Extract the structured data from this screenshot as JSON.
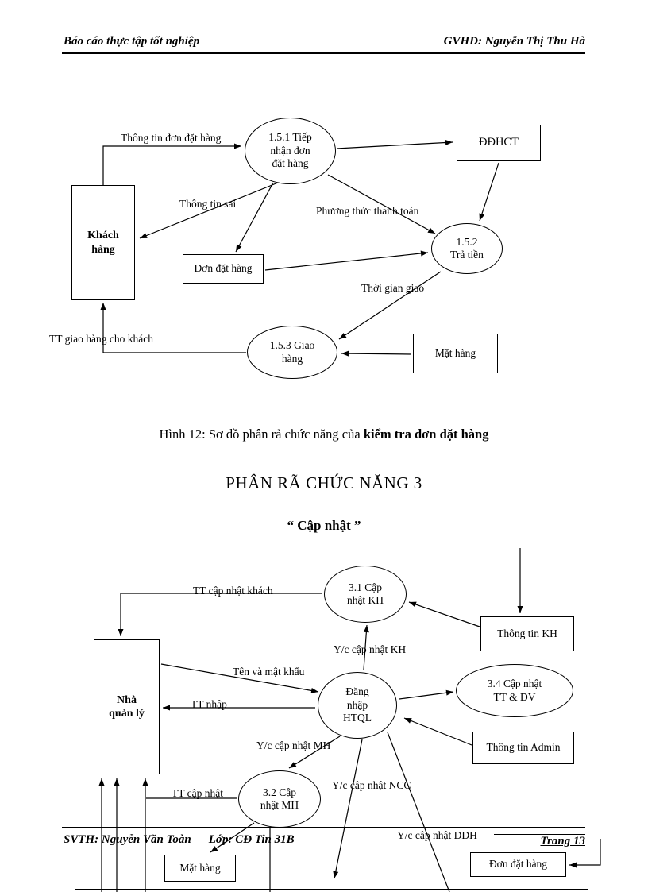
{
  "header": {
    "left": "Báo cáo thực tập tốt nghiệp",
    "right": "GVHD: Nguyễn Thị Thu Hà"
  },
  "footer": {
    "svth": "SVTH: Nguyễn Văn Toàn",
    "lop": "Lớp: CĐ Tin 31B",
    "page": "Trang 13"
  },
  "caption": {
    "normal": "Hình 12: Sơ đồ phân rả chức năng của ",
    "bold": "kiểm tra đơn đặt hàng"
  },
  "section": {
    "title": "PHÂN RÃ CHỨC NĂNG 3",
    "subtitle": "“ Cập nhật ”"
  },
  "diagram1": {
    "processes": {
      "p151": "1.5.1 Tiếp\nnhận đơn\nđặt hàng",
      "p152": "1.5.2\nTrả tiền",
      "p153": "1.5.3 Giao\nhàng"
    },
    "entities": {
      "khach_hang": "Khách\nhàng",
      "ddhct": "ĐĐHCT",
      "don_dat_hang": "Đơn đặt hàng",
      "mat_hang": "Mặt hàng"
    },
    "flows": {
      "thong_tin_don": "Thông tin đơn đặt hàng",
      "thong_tin_sai": "Thông tin sai",
      "phuong_thuc": "Phương thức thanh toán",
      "thoi_gian_giao": "Thời gian giao",
      "tt_giao_hang": "TT giao hàng cho khách"
    }
  },
  "diagram2": {
    "processes": {
      "p31": "3.1 Cập\nnhật  KH",
      "dang_nhap": "Đăng\nnhập\nHTQL",
      "p34": "3.4 Cập nhật\nTT & DV",
      "p32": "3.2 Cập\nnhật  MH"
    },
    "entities": {
      "nha_quan_ly": "Nhà\nquản  lý",
      "thong_tin_kh": "Thông  tin  KH",
      "thong_tin_admin": "Thông  tin  Admin",
      "mat_hang": "Mặt hàng",
      "don_dat_hang": "Đơn đặt hàng"
    },
    "flows": {
      "tt_cap_nhat_khach": "TT cập nhật khách",
      "yc_kh": "Y/c cập nhật KH",
      "ten_mat_khau": "Tên và mật khẩu",
      "tt_nhap": "TT nhập",
      "yc_mh": "Y/c cập nhật MH",
      "tt_cap_nhat": "TT cập nhật",
      "yc_ncc": "Y/c cập nhật NCC",
      "yc_ddh": "Y/c cập nhật DDH"
    }
  }
}
